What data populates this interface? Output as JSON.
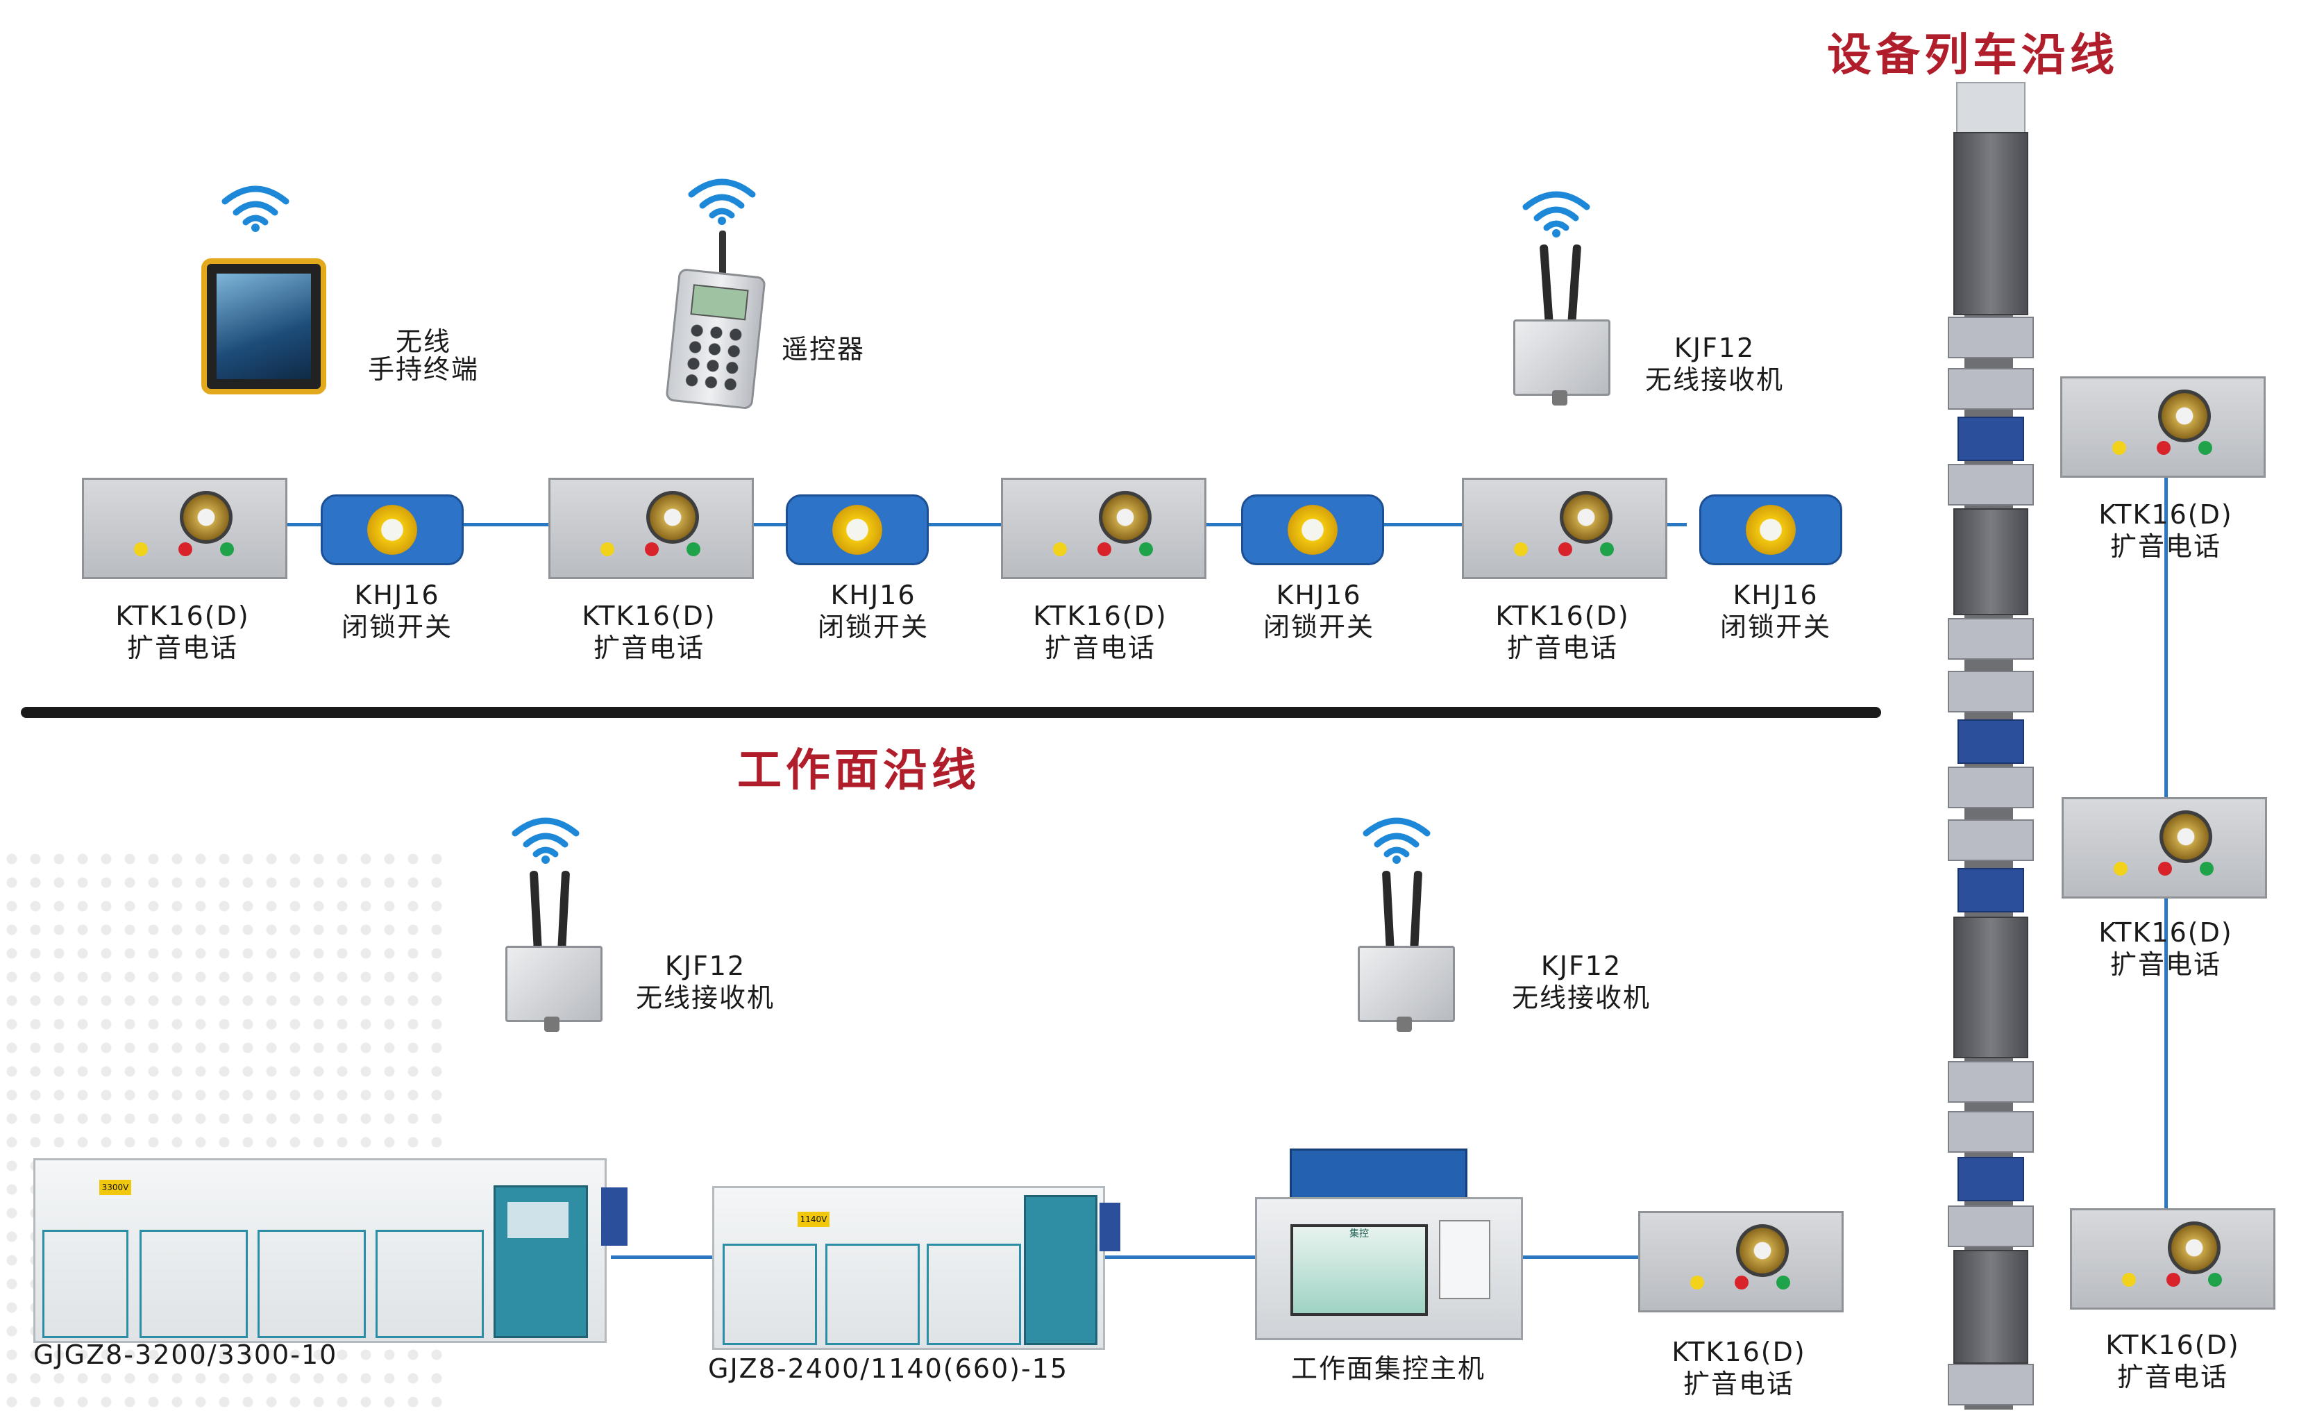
{
  "titles": {
    "equipment_train": "设备列车沿线",
    "working_face": "工作面沿线"
  },
  "colors": {
    "title_red": "#b11e2b",
    "wire_blue": "#2b78c2",
    "khj_blue": "#2d74c9",
    "wifi_blue": "#1e88d8"
  },
  "wireless": {
    "handheld_terminal": [
      "无线",
      "手持终端"
    ],
    "remote_control": "遥控器",
    "receiver_top": {
      "model": "KJF12",
      "name": "无线接收机"
    }
  },
  "face_chain": {
    "ktk": [
      {
        "model": "KTK16(D)",
        "name": "扩音电话"
      },
      {
        "model": "KTK16(D)",
        "name": "扩音电话"
      },
      {
        "model": "KTK16(D)",
        "name": "扩音电话"
      },
      {
        "model": "KTK16(D)",
        "name": "扩音电话"
      }
    ],
    "khj": [
      {
        "model": "KHJ16",
        "name": "闭锁开关"
      },
      {
        "model": "KHJ16",
        "name": "闭锁开关"
      },
      {
        "model": "KHJ16",
        "name": "闭锁开关"
      },
      {
        "model": "KHJ16",
        "name": "闭锁开关"
      }
    ]
  },
  "receivers_bottom": [
    {
      "model": "KJF12",
      "name": "无线接收机"
    },
    {
      "model": "KJF12",
      "name": "无线接收机"
    }
  ],
  "switchgear": {
    "gjgz8": "GJGZ8-3200/3300-10",
    "gjz8": "GJZ8-2400/1140(660)-15",
    "controller": "工作面集控主机",
    "controller_screen": "集控",
    "ktk_end": {
      "model": "KTK16(D)",
      "name": "扩音电话"
    },
    "badges": [
      "3300V",
      "1140V"
    ]
  },
  "train_side": [
    {
      "model": "KTK16(D)",
      "name": "扩音电话"
    },
    {
      "model": "KTK16(D)",
      "name": "扩音电话"
    },
    {
      "model": "KTK16(D)",
      "name": "扩音电话"
    }
  ]
}
